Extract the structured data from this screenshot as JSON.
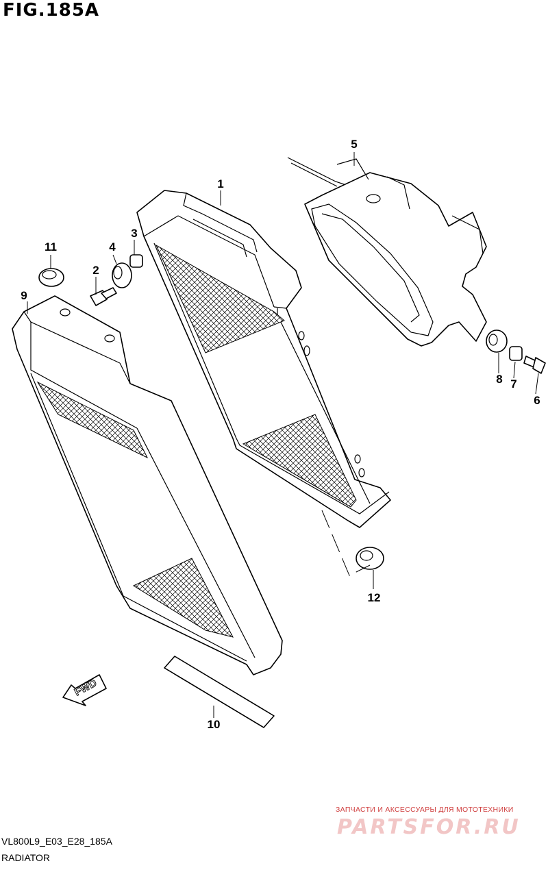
{
  "figure_title": "FIG.185A",
  "callouts": [
    "1",
    "2",
    "3",
    "4",
    "5",
    "6",
    "7",
    "8",
    "9",
    "10",
    "11",
    "12"
  ],
  "fwd_arrow_label": "FWD",
  "watermark": {
    "caption": "ЗАПЧАСТИ И АКСЕССУАРЫ ДЛЯ МОТОТЕХНИКИ",
    "logo": "PARTSFOR.RU"
  },
  "footer": {
    "diagram_code": "VL800L9_E03_E28_185A",
    "group_name": "RADIATOR"
  }
}
